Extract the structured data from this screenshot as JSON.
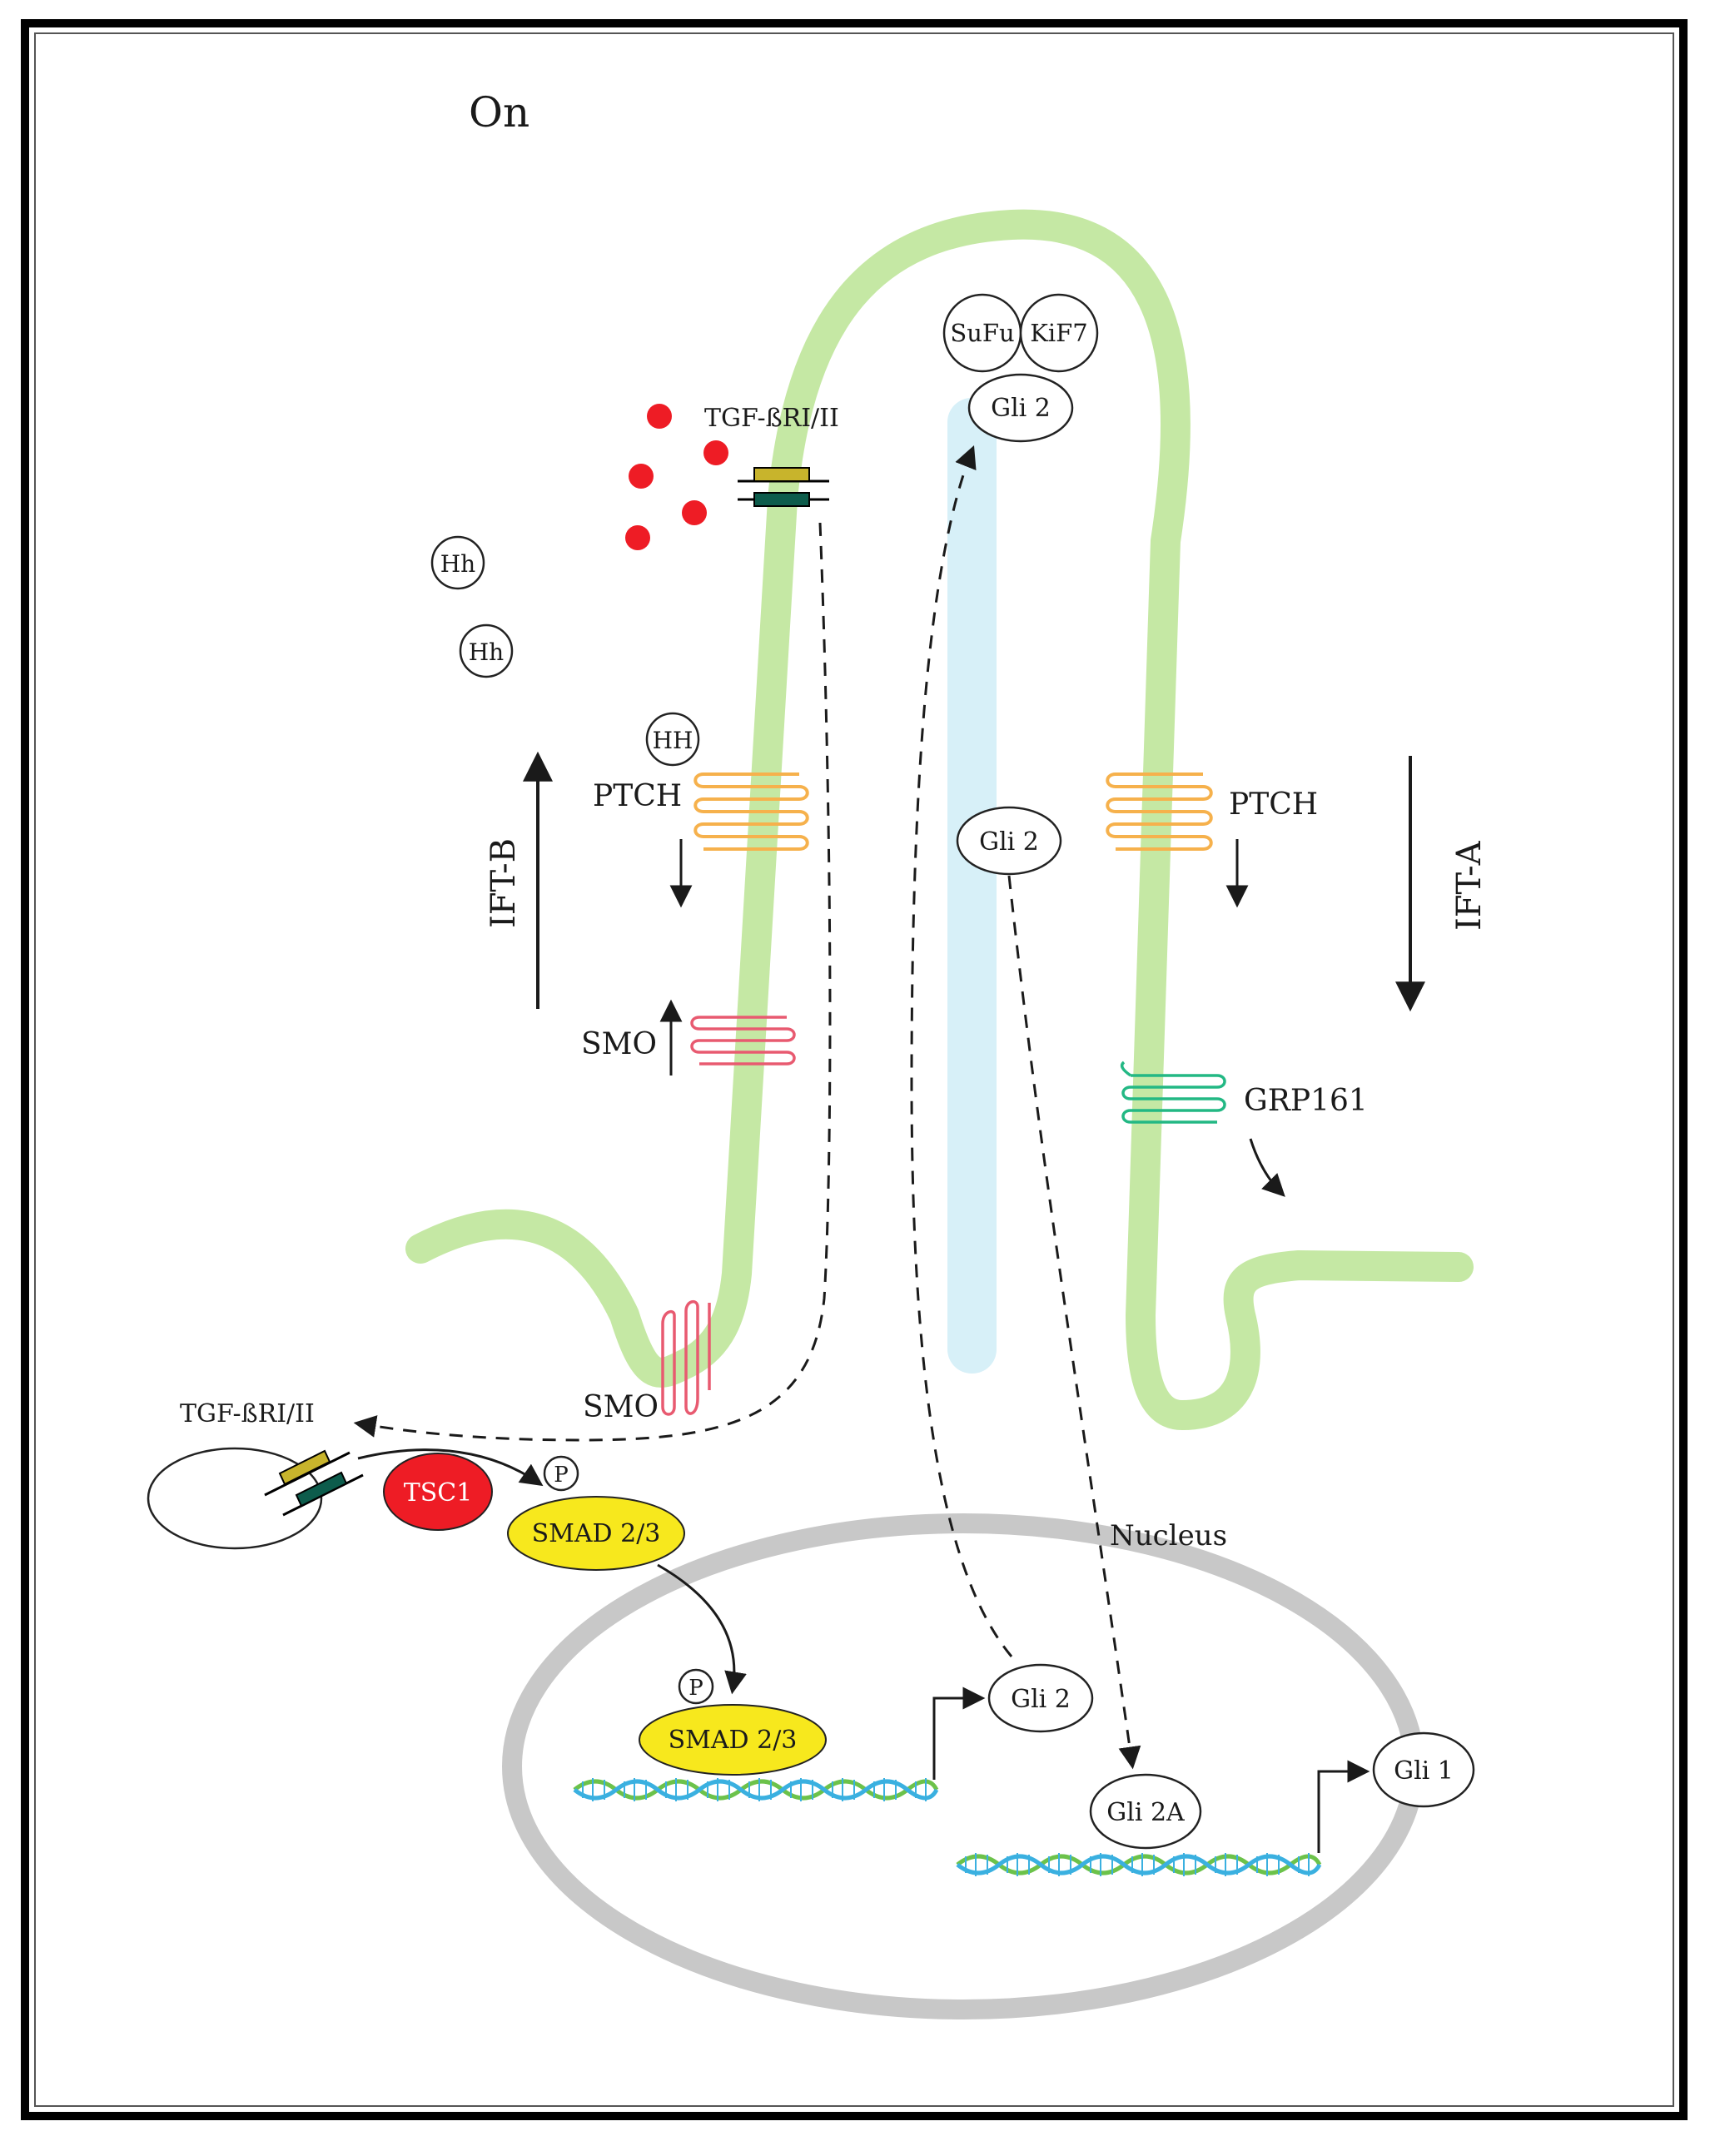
{
  "title": "On",
  "labels": {
    "tgf_receptor_top": "TGF-ßRI/II",
    "tgf_receptor_vesicle": "TGF-ßRI/II",
    "hh_ligand": "Hh",
    "hh_bound": "HH",
    "ptch_left": "PTCH",
    "ptch_right": "PTCH",
    "smo_upper": "SMO",
    "smo_lower": "SMO",
    "grp161": "GRP161",
    "ift_b": "IFT-B",
    "ift_a": "IFT-A",
    "sufu": "SuFu",
    "kif7": "KiF7",
    "gli2": "Gli 2",
    "gli2a": "Gli 2A",
    "gli1": "Gli 1",
    "tsc1": "TSC1",
    "smad": "SMAD 2/3",
    "phospho": "P",
    "nucleus": "Nucleus"
  },
  "colors": {
    "cilium_membrane": "#c5e8a4",
    "axoneme": "#d7f0f8",
    "nucleus_envelope": "#c8c8c8",
    "ptch": "#f6b14c",
    "smo": "#e85a70",
    "grp161": "#23b884",
    "tgf_ligand": "#ee1c25",
    "receptor_type1": "#c8b42c",
    "receptor_type2": "#0d5c4c",
    "tsc1": "#ee1c25",
    "smad": "#f7e81d",
    "dna_green": "#6cc24a",
    "dna_blue": "#3ab0e0"
  }
}
